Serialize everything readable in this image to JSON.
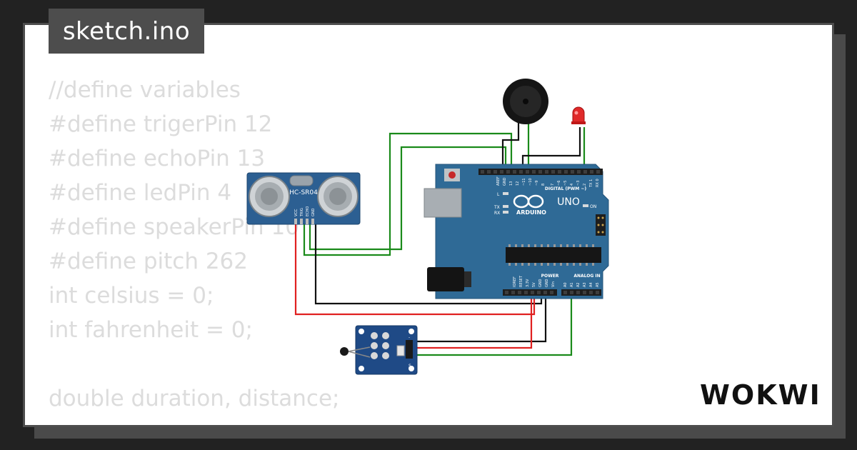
{
  "file_tab": {
    "label": "sketch.ino"
  },
  "code_lines": [
    "//define variables",
    "#define trigerPin 12",
    "#define echoPin 13",
    "#define ledPin 4",
    "#define speakerPin 10",
    "#define pitch 262",
    "int celsius = 0;",
    "int fahrenheit = 0;",
    "",
    "double duration, distance;"
  ],
  "sensor": {
    "label": "HC-SR04",
    "pins": [
      "VCC",
      "TRIG",
      "ECHO",
      "GND"
    ]
  },
  "arduino": {
    "brand": "ARDUINO",
    "model": "UNO",
    "digital_label": "DIGITAL (PWM ~)",
    "power_label": "POWER",
    "analog_label": "ANALOG IN",
    "on_label": "ON",
    "led_labels": [
      "L",
      "TX",
      "RX"
    ],
    "digital_pins": [
      "AREF",
      "GND",
      "13",
      "12",
      "~11",
      "~10",
      "~9",
      "8",
      "7",
      "~6",
      "~5",
      "4",
      "~3",
      "2",
      "TX 1",
      "RX 0"
    ],
    "power_pins": [
      "IOREF",
      "RESET",
      "3.3V",
      "5V",
      "GND",
      "GND",
      "Vin"
    ],
    "analog_pins": [
      "A0",
      "A1",
      "A2",
      "A3",
      "A4",
      "A5"
    ]
  },
  "temp_module": {
    "pins": [
      "-",
      "",
      "S"
    ]
  },
  "logo": {
    "text": "WOKWI"
  },
  "colors": {
    "background": "#222222",
    "frame_border": "#4d4d4d",
    "board_blue": "#2f6a96",
    "wire_green": "#1a8a1a",
    "wire_red": "#e02020",
    "wire_black": "#111111",
    "code_text": "#dcdcdc"
  }
}
